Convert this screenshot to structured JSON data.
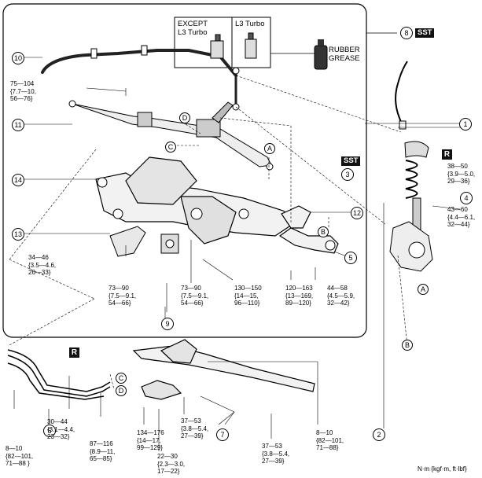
{
  "frame": {
    "except_label": "EXCEPT\nL3 Turbo",
    "turbo_label": "L3 Turbo",
    "rubber_grease": "RUBBER\nGREASE",
    "unit_note": "N·m {kgf·m, ft·lbf}"
  },
  "tags": {
    "sst": "SST",
    "r": "R"
  },
  "callouts": {
    "c1": "1",
    "c2": "2",
    "c3": "3",
    "c4": "4",
    "c5": "5",
    "c6": "6",
    "c7": "7",
    "c8": "8",
    "c9": "9",
    "c10": "10",
    "c11": "11",
    "c12": "12",
    "c13": "13",
    "c14": "14"
  },
  "letters": {
    "a": "A",
    "b": "B",
    "c": "C",
    "d": "D"
  },
  "torques": {
    "t75_104": "75—104\n{7.7—10,\n56—76}",
    "t34_46": "34—46\n{3.5—4.6,\n26—33}",
    "t73_90a": "73—90\n{7.5—9.1,\n54—66}",
    "t73_90b": "73—90\n{7.5—9.1,\n54—66}",
    "t130_150": "130—150\n{14—15,\n96—110}",
    "t120_163": "120—163\n{13—169,\n89—120}",
    "t44_58": "44—58\n{4.5—5.9,\n32—42}",
    "t38_50": "38—50\n{3.9—5.0,\n29—36}",
    "t43_60": "43—60\n{4.4—6.1,\n32—44}",
    "t8_10a": "8—10\n{82—101,\n71—88 }",
    "t30_44": "30—44\n{3.1—4.4,\n23—32}",
    "t87_116": "87—116\n{8.9—11,\n65—85}",
    "t134_176": "134—176\n{14—17,\n99—129}",
    "t22_30": "22—30\n{2.3—3.0,\n17—22}",
    "t37_53a": "37—53\n{3.8—5.4,\n27—39}",
    "t37_53b": "37—53\n{3.8—5.4,\n27—39}",
    "t8_10b": "8—10\n{82—101,\n71—88}"
  }
}
